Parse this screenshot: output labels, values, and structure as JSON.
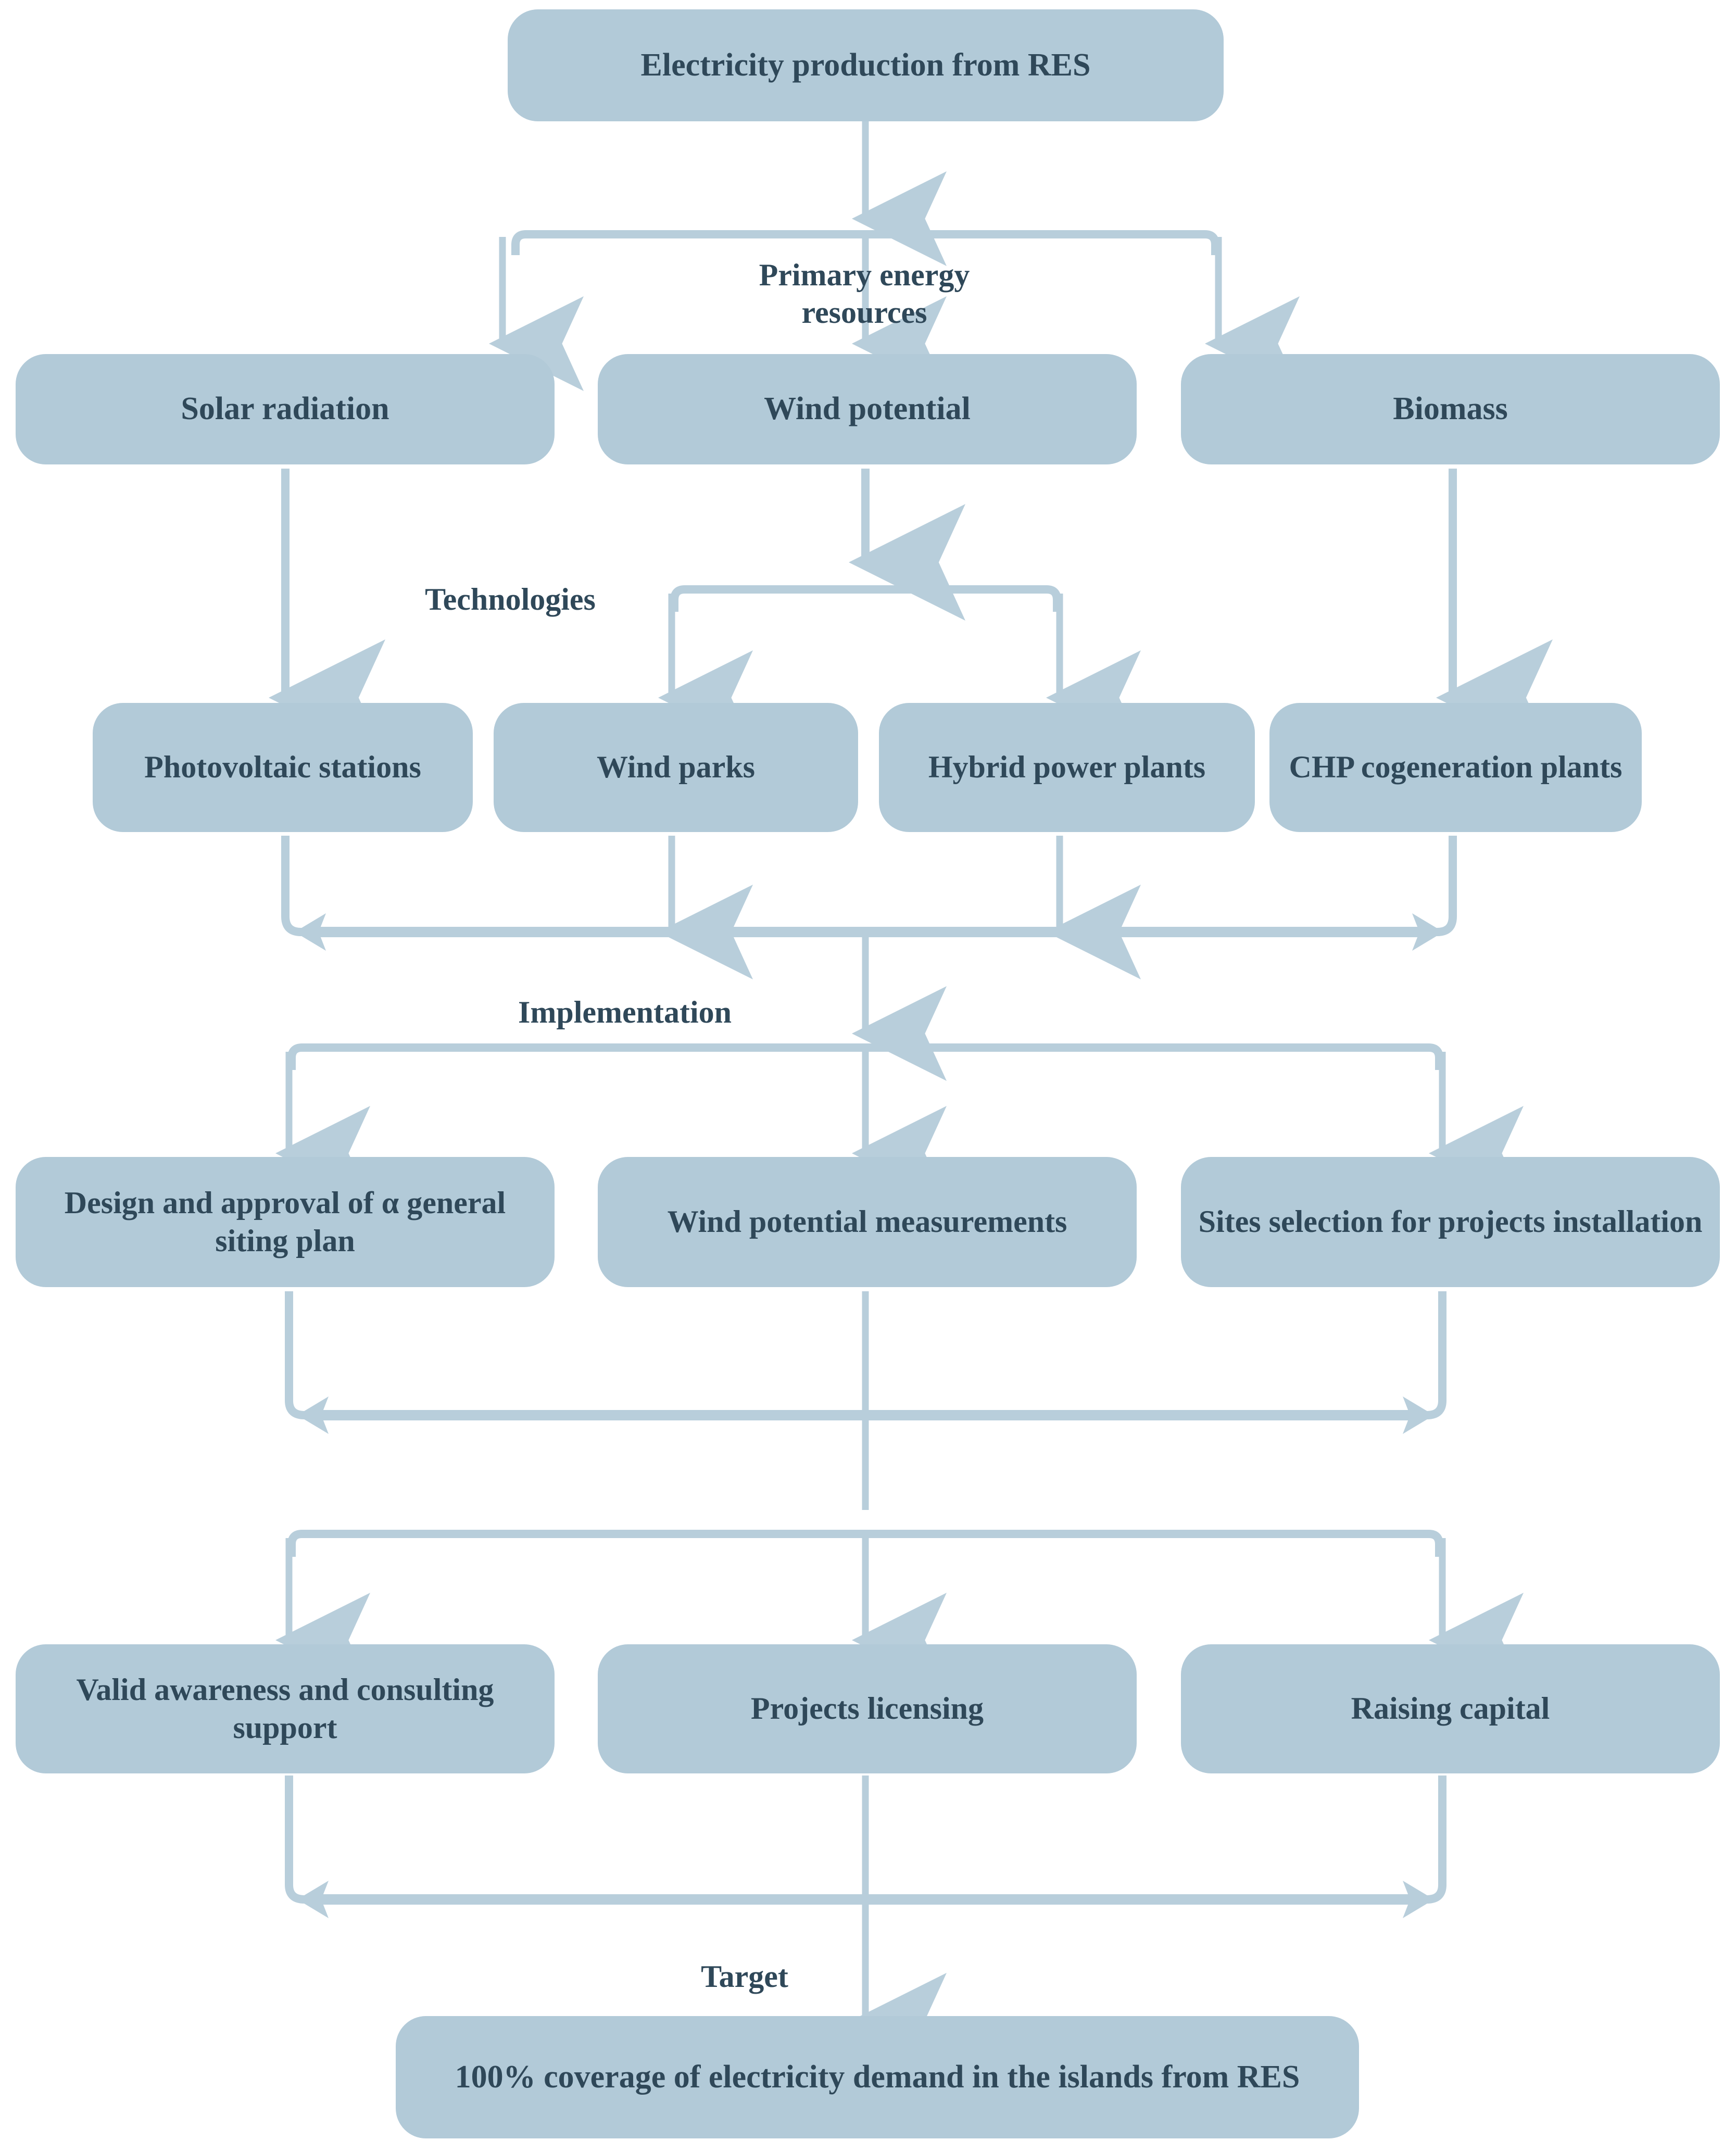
{
  "diagram": {
    "title": "Electricity production from RES flowchart",
    "colors": {
      "node_fill": "#b2cad8",
      "connector": "#b8cedb",
      "text": "#2f4859",
      "background": "#ffffff"
    },
    "stage_labels": [
      {
        "id": "primary-energy-resources",
        "text": "Primary energy\nresources"
      },
      {
        "id": "technologies",
        "text": "Technologies"
      },
      {
        "id": "implementation",
        "text": "Implementation"
      },
      {
        "id": "target",
        "text": "Target"
      }
    ],
    "rows": [
      {
        "id": "row-source",
        "nodes": [
          {
            "id": "electricity-production-from-res",
            "label": "Electricity production from RES"
          }
        ]
      },
      {
        "id": "row-primary-resources",
        "nodes": [
          {
            "id": "solar-radiation",
            "label": "Solar radiation"
          },
          {
            "id": "wind-potential",
            "label": "Wind potential"
          },
          {
            "id": "biomass",
            "label": "Biomass"
          }
        ]
      },
      {
        "id": "row-technologies",
        "nodes": [
          {
            "id": "photovoltaic-stations",
            "label": "Photovoltaic stations"
          },
          {
            "id": "wind-parks",
            "label": "Wind parks"
          },
          {
            "id": "hybrid-power-plants",
            "label": "Hybrid power plants"
          },
          {
            "id": "chp-cogeneration-plants",
            "label": "CHP cogeneration plants"
          }
        ]
      },
      {
        "id": "row-implementation",
        "nodes": [
          {
            "id": "design-and-approval",
            "label": "Design and approval of α general siting plan"
          },
          {
            "id": "wind-potential-measurements",
            "label": "Wind potential measurements"
          },
          {
            "id": "sites-selection",
            "label": "Sites selection for projects installation"
          }
        ]
      },
      {
        "id": "row-support",
        "nodes": [
          {
            "id": "valid-awareness-and-consulting-support",
            "label": "Valid awareness and consulting support"
          },
          {
            "id": "projects-licensing",
            "label": "Projects licensing"
          },
          {
            "id": "raising-capital",
            "label": "Raising capital"
          }
        ]
      },
      {
        "id": "row-target",
        "nodes": [
          {
            "id": "100-percent-coverage",
            "label": "100% coverage of electricity demand in the islands from RES"
          }
        ]
      }
    ]
  }
}
